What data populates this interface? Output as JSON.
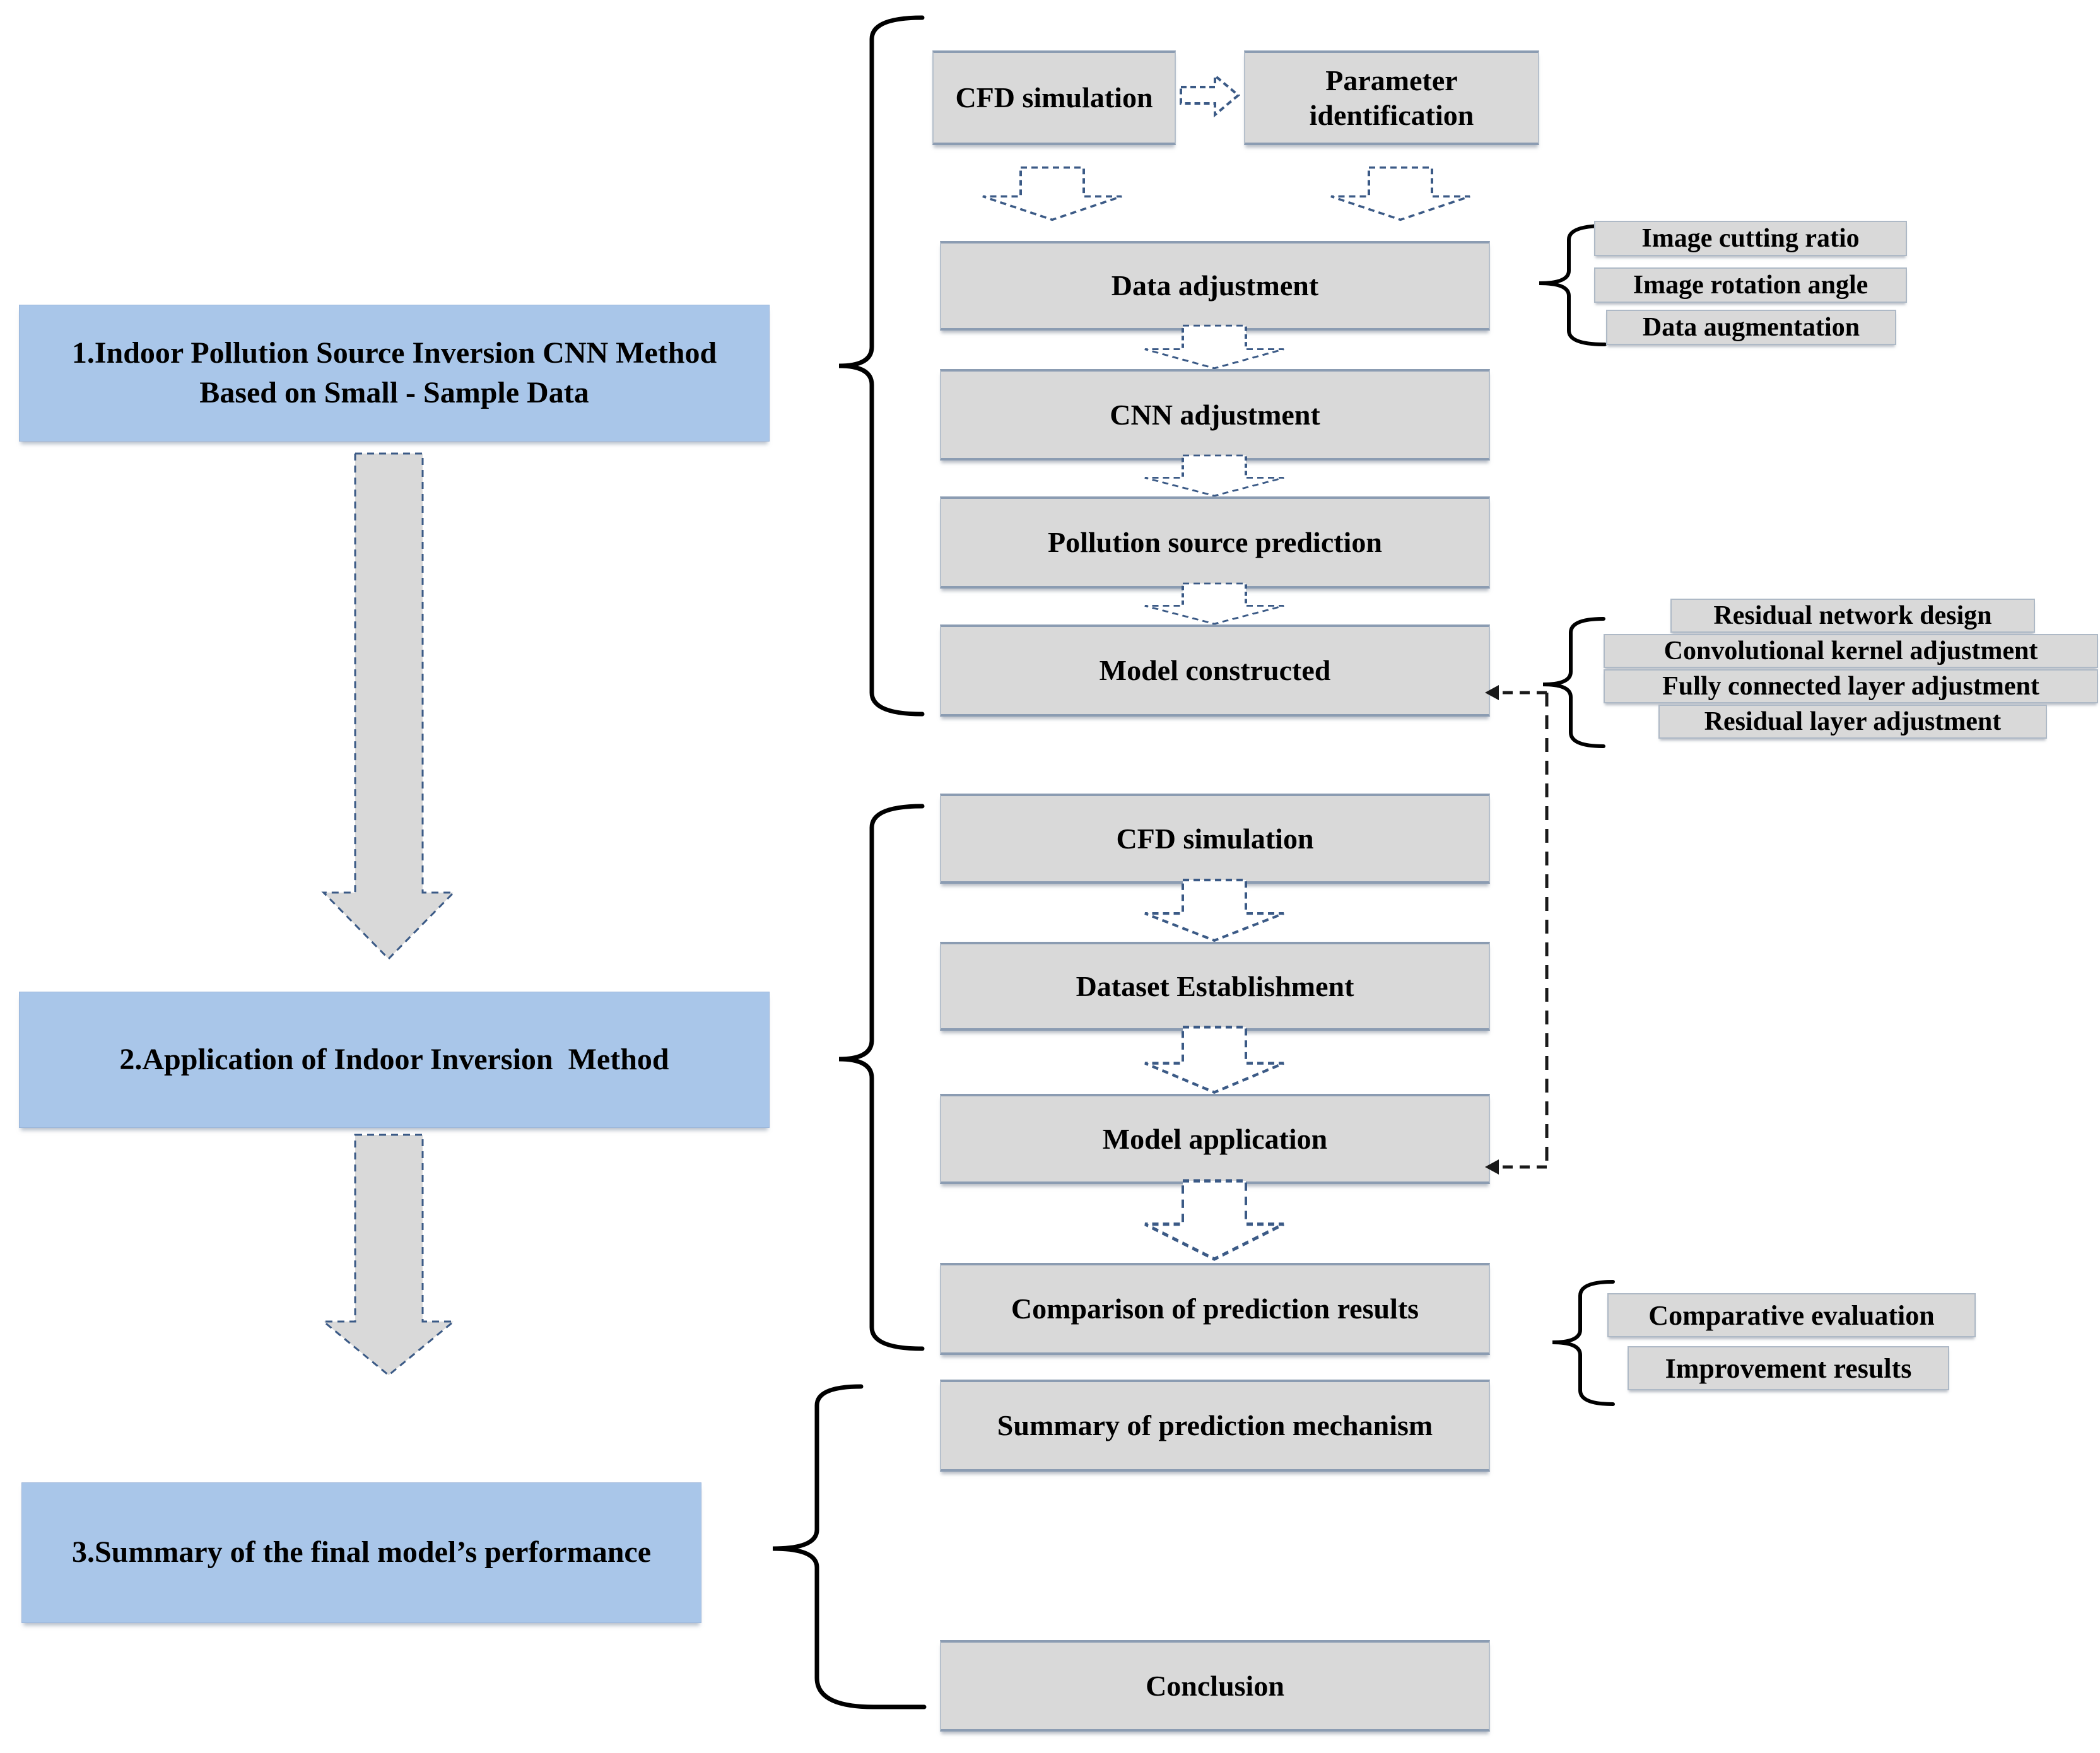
{
  "sections": [
    {
      "label": "1.Indoor Pollution Source Inversion CNN Method\nBased on Small - Sample Data"
    },
    {
      "label": "2.Application of Indoor Inversion  Method"
    },
    {
      "label": "3.Summary of the final model’s performance"
    }
  ],
  "phase1": {
    "cfd_simulation": "CFD simulation",
    "parameter_identification": "Parameter\nidentification",
    "data_adjustment": "Data adjustment",
    "cnn_adjustment": "CNN adjustment",
    "pollution_source_prediction": "Pollution source prediction",
    "model_constructed": "Model constructed"
  },
  "phase2": {
    "cfd_simulation": "CFD simulation",
    "dataset_establishment": "Dataset Establishment",
    "model_application": "Model application",
    "comparison_of_prediction_results": "Comparison of prediction results"
  },
  "phase3": {
    "summary_of_prediction_mechanism": "Summary of prediction mechanism",
    "conclusion": "Conclusion"
  },
  "annotations": {
    "data_adjustment": [
      "Image cutting ratio",
      "Image rotation angle",
      "Data augmentation"
    ],
    "model_constructed": [
      "Residual network design",
      "Convolutional kernel adjustment",
      "Fully connected layer adjustment",
      "Residual layer adjustment"
    ],
    "comparison": [
      "Comparative evaluation",
      "Improvement results"
    ]
  },
  "colors": {
    "section_fill": "#a9c6e9",
    "process_fill": "#d9d9d9",
    "dashed_arrow_outline": "#3b5a86",
    "brace": "#000000",
    "connector_line": "#1a1a1a"
  }
}
